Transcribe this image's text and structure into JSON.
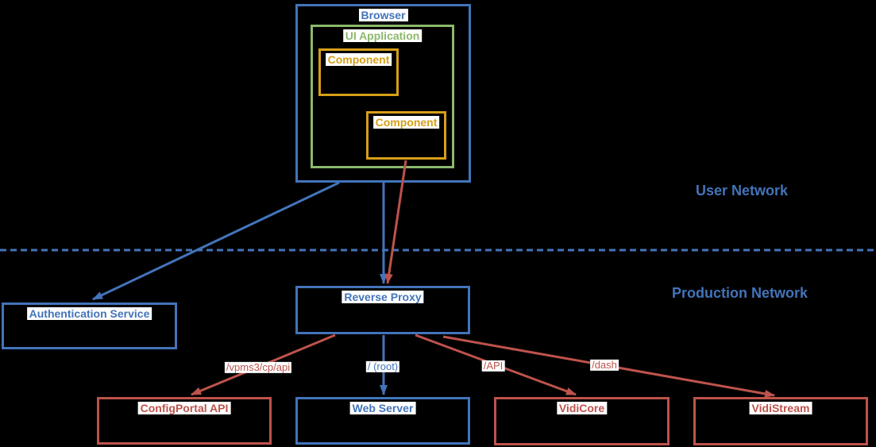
{
  "colors": {
    "background": "#000000",
    "blue": "#4374BA",
    "red": "#BD534C",
    "green": "#8CB96A",
    "orange": "#D79F18",
    "label_background": "#FFFFFF"
  },
  "zones": {
    "user": "User Network",
    "production": "Production Network"
  },
  "nodes": {
    "browser": {
      "label": "Browser"
    },
    "ui_application": {
      "label": "UI Application"
    },
    "component_1": {
      "label": "Component"
    },
    "component_2": {
      "label": "Component"
    },
    "authentication_service": {
      "label": "Authentication Service"
    },
    "reverse_proxy": {
      "label": "Reverse Proxy"
    },
    "configportal_api": {
      "label": "ConfigPortal API"
    },
    "web_server": {
      "label": "Web Server"
    },
    "vidicore": {
      "label": "VidiCore"
    },
    "vidistream": {
      "label": "VidiStream"
    }
  },
  "edges": {
    "browser_to_auth": {
      "label": ""
    },
    "browser_to_proxy": {
      "label": ""
    },
    "component_to_proxy": {
      "label": ""
    },
    "proxy_to_configportal": {
      "label": "/vpms3/cp/api"
    },
    "proxy_to_webserver": {
      "label": "/ (root)"
    },
    "proxy_to_vidicore": {
      "label": "/API"
    },
    "proxy_to_vidistream": {
      "label": "/dash"
    }
  }
}
